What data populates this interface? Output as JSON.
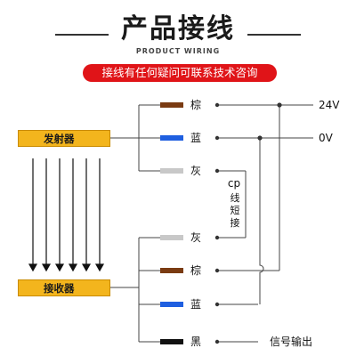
{
  "header": {
    "title": "产品接线",
    "subtitle": "PRODUCT WIRING",
    "banner": "接线有任何疑问可联系技术咨询"
  },
  "devices": {
    "emitter": "发射器",
    "receiver": "接收器"
  },
  "emitter_wires": [
    {
      "color_name": "棕",
      "hex": "#7a3b12"
    },
    {
      "color_name": "蓝",
      "hex": "#1f5fe0"
    },
    {
      "color_name": "灰",
      "hex": "#c8c8c8"
    }
  ],
  "receiver_wires": [
    {
      "color_name": "灰",
      "hex": "#c8c8c8"
    },
    {
      "color_name": "棕",
      "hex": "#7a3b12"
    },
    {
      "color_name": "蓝",
      "hex": "#1f5fe0"
    },
    {
      "color_name": "黑",
      "hex": "#111111"
    }
  ],
  "power": {
    "positive": "24V",
    "negative": "0V"
  },
  "cp_note": {
    "prefix": "cp",
    "chars": [
      "线",
      "短",
      "接"
    ]
  },
  "signal_output": "信号输出"
}
